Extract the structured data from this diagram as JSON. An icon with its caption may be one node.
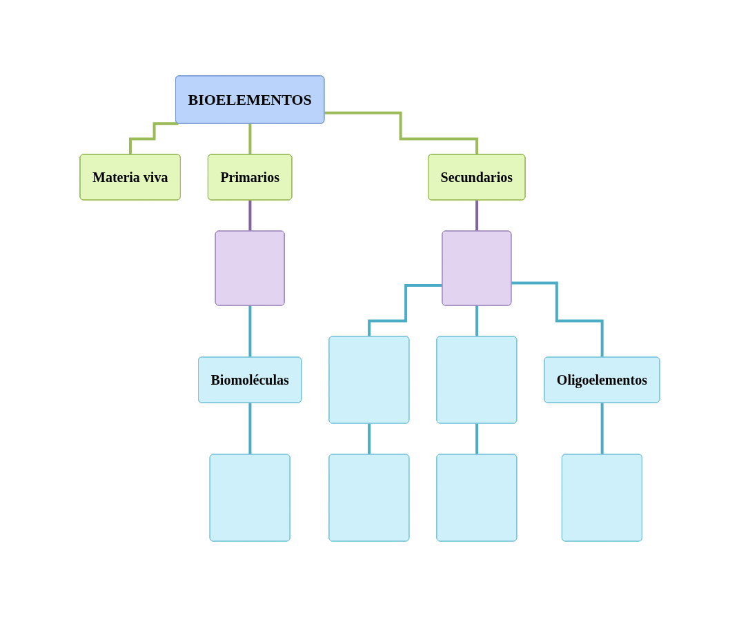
{
  "diagram": {
    "nodes": [
      {
        "text": [
          "BIOELEMENTOS"
        ]
      },
      {
        "text": [
          "Materia viva"
        ]
      },
      {
        "text": [
          "Primarios"
        ]
      },
      {
        "text": [
          "Secundarios"
        ]
      },
      {
        "text": [],
        "shape": "box"
      },
      {
        "text": [],
        "shape": "box"
      },
      {
        "text": [
          "Biomoléculas"
        ]
      },
      {
        "text": [],
        "shape": "box"
      },
      {
        "text": [],
        "shape": "box"
      },
      {
        "text": [
          "Oligoelementos"
        ]
      },
      {
        "text": [],
        "shape": "box"
      },
      {
        "text": [],
        "shape": "box"
      },
      {
        "text": [],
        "shape": "box"
      },
      {
        "text": [],
        "shape": "box"
      }
    ],
    "edges": [
      {
        "from": 0,
        "to": 1,
        "arrow": "none",
        "color": "#9bbb59"
      },
      {
        "from": 0,
        "to": 2,
        "arrow": "none",
        "color": "#9bbb59"
      },
      {
        "from": 0,
        "to": 3,
        "arrow": "none",
        "color": "#9bbb59"
      },
      {
        "from": 2,
        "to": 4,
        "arrow": "none",
        "color": "#8064a2"
      },
      {
        "from": 3,
        "to": 5,
        "arrow": "none",
        "color": "#8064a2"
      },
      {
        "from": 4,
        "to": 6,
        "arrow": "none"
      },
      {
        "from": 5,
        "to": 7,
        "arrow": "none"
      },
      {
        "from": 5,
        "to": 8,
        "arrow": "none"
      },
      {
        "from": 5,
        "to": 9,
        "arrow": "none"
      },
      {
        "from": 6,
        "to": 10,
        "arrow": "none"
      },
      {
        "from": 7,
        "to": 11,
        "arrow": "none"
      },
      {
        "from": 8,
        "to": 12,
        "arrow": "none"
      },
      {
        "from": 9,
        "to": 13,
        "arrow": "none"
      }
    ]
  }
}
